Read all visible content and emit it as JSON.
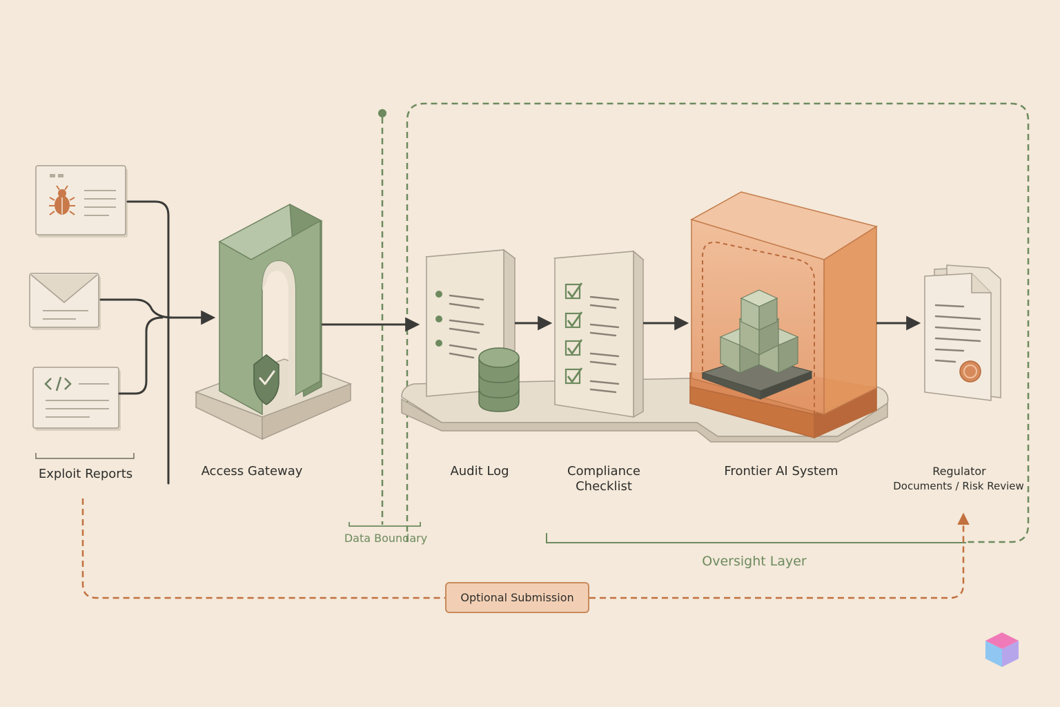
{
  "labels": {
    "exploit_reports": "Exploit Reports",
    "access_gateway": "Access Gateway",
    "data_boundary": "Data Boundary",
    "audit_log": "Audit Log",
    "compliance_line1": "Compliance",
    "compliance_line2": "Checklist",
    "frontier_ai": "Frontier AI System",
    "regulator_line1": "Regulator",
    "regulator_line2": "Documents / Risk Review",
    "oversight_layer": "Oversight Layer",
    "optional_submission": "Optional Submission"
  },
  "colors": {
    "background": "#f4e9da",
    "sage_green": "#8da07e",
    "terracotta": "#d68a5b",
    "ink": "#3a3a38",
    "paper": "#efe6d6"
  },
  "icons": {
    "bug": "bug-icon",
    "mail": "mail-icon",
    "code": "code-icon",
    "shield": "shield-check-icon",
    "database": "database-icon",
    "seal": "seal-icon",
    "logo": "cube-logo"
  }
}
